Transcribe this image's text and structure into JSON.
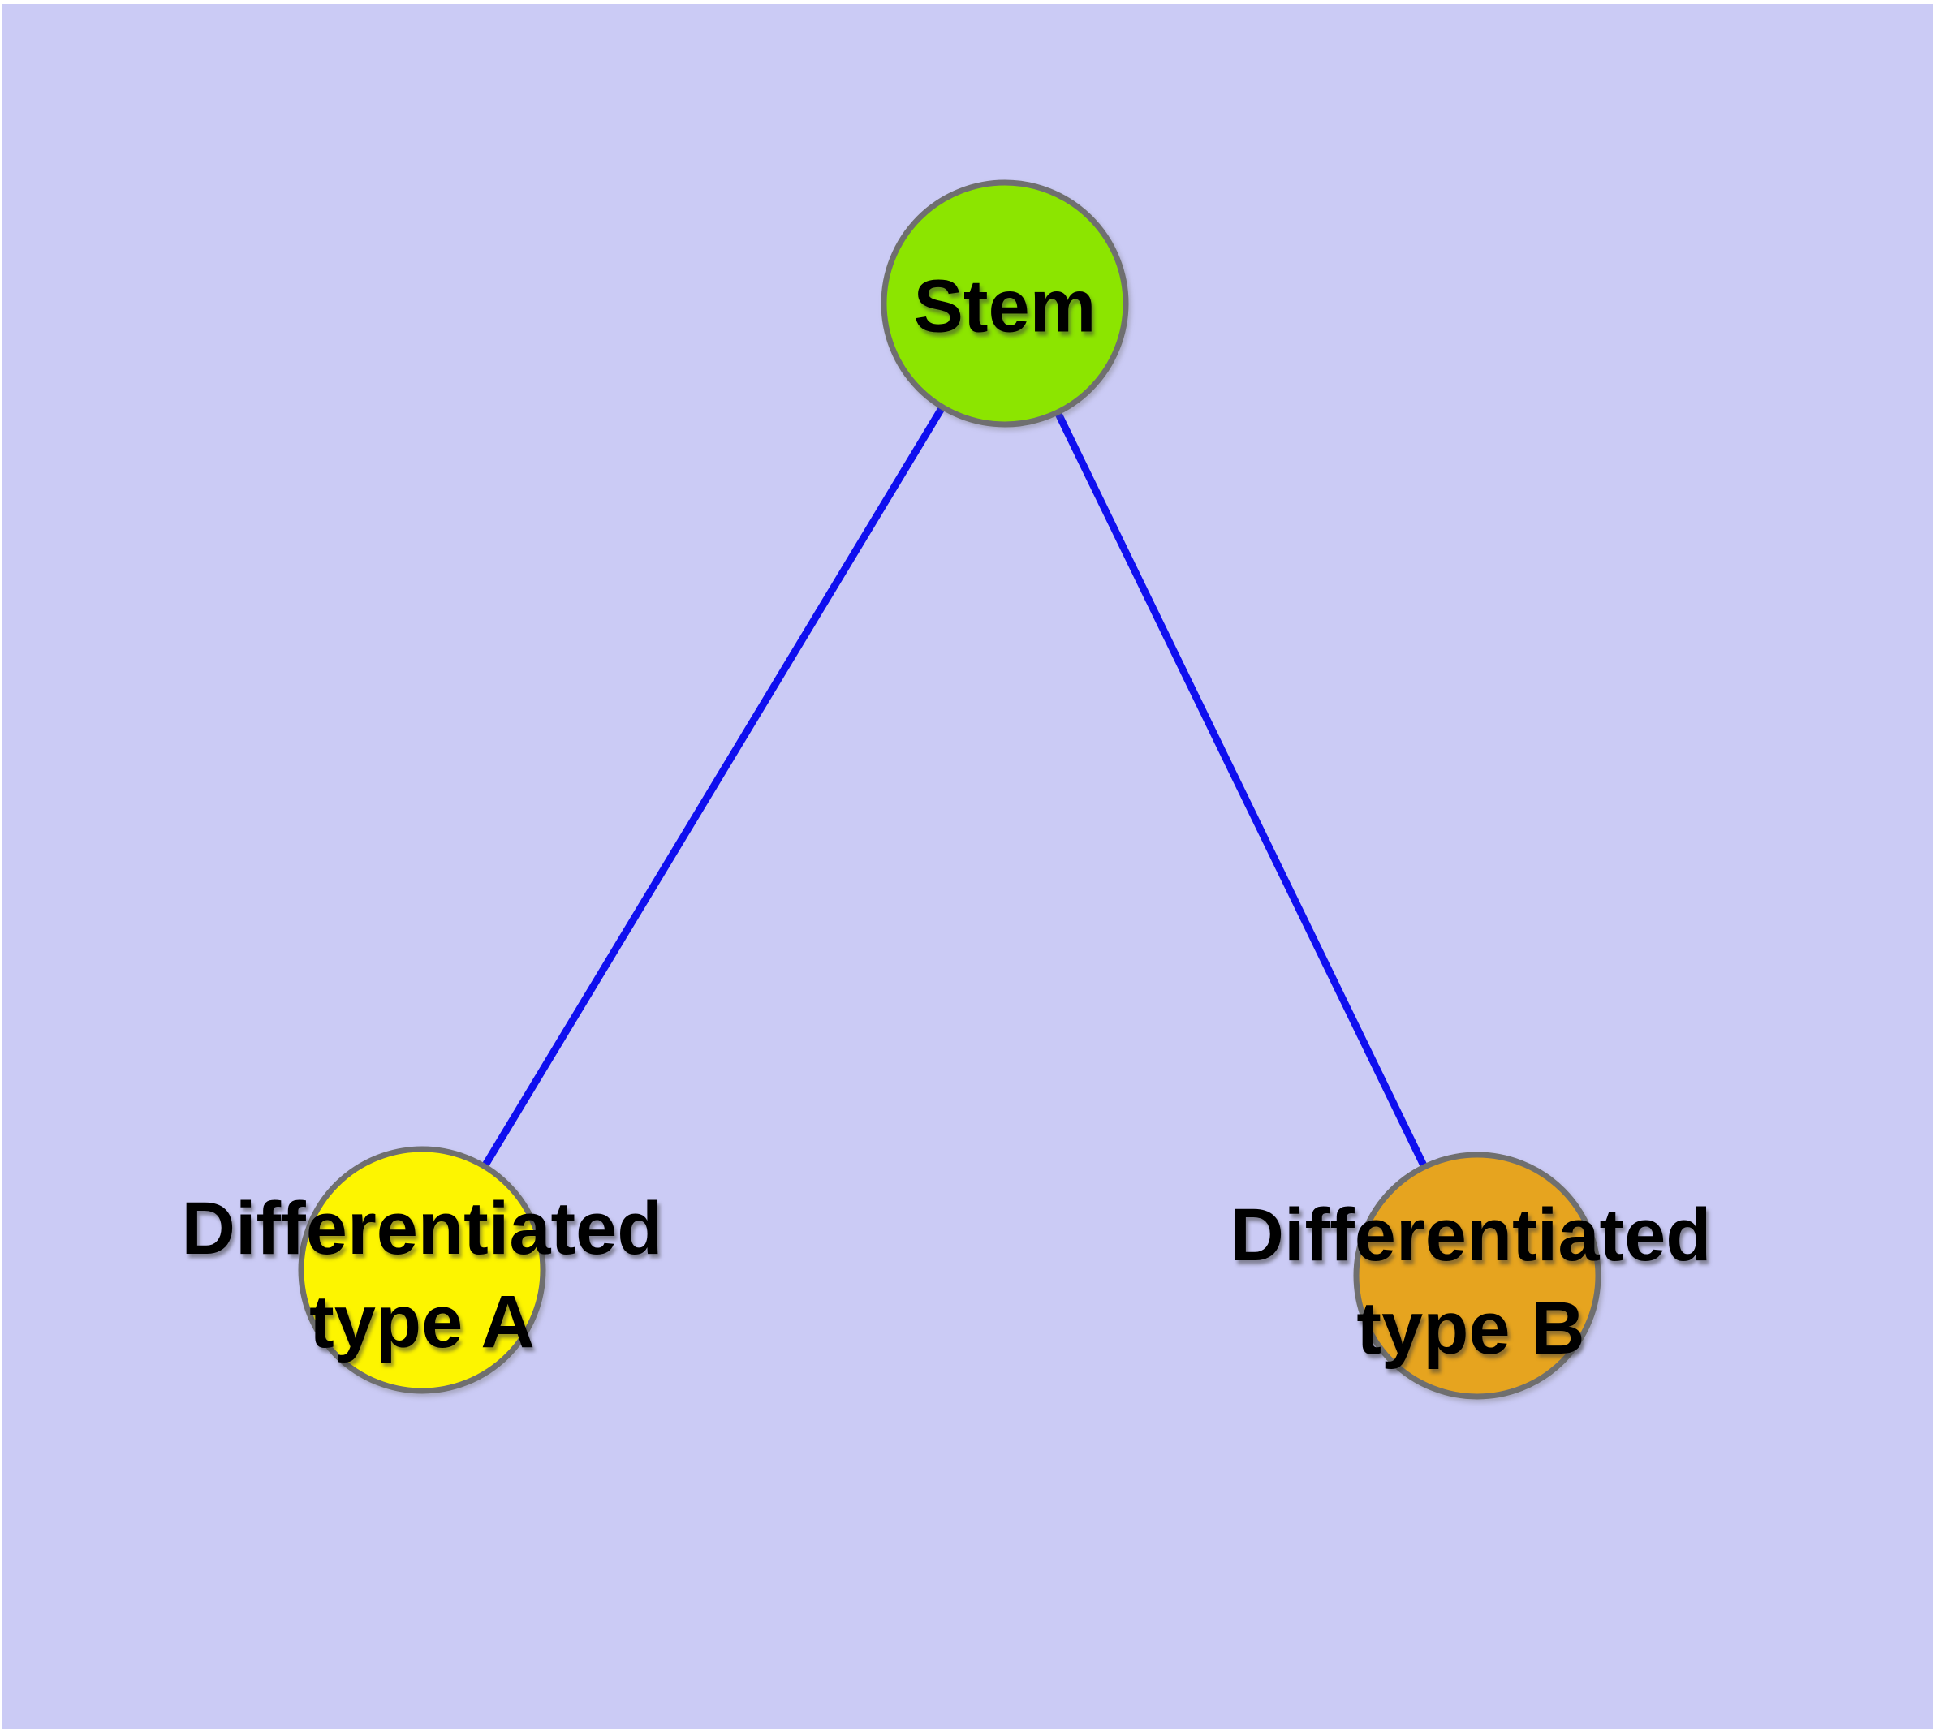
{
  "diagram": {
    "title": "",
    "background_color": "#CBCBF5",
    "frame_color": "#FFFFFF",
    "node_border_color": "#6F6F6F",
    "edge_color": "#0F0FEF",
    "label_color": "#000000",
    "nodes": [
      {
        "id": "stem",
        "label": "Stem",
        "fill": "#8CE500",
        "position": "top-center"
      },
      {
        "id": "diff-a",
        "label_line1": "Differentiated",
        "label_line2": "type A",
        "fill": "#FDF500",
        "position": "bottom-left"
      },
      {
        "id": "diff-b",
        "label_line1": "Differentiated",
        "label_line2": "type B",
        "fill": "#E6A41F",
        "position": "bottom-right"
      }
    ],
    "edges": [
      {
        "from": "stem",
        "to": "diff-a",
        "color": "#0F0FEF"
      },
      {
        "from": "stem",
        "to": "diff-b",
        "color": "#0F0FEF"
      }
    ]
  }
}
